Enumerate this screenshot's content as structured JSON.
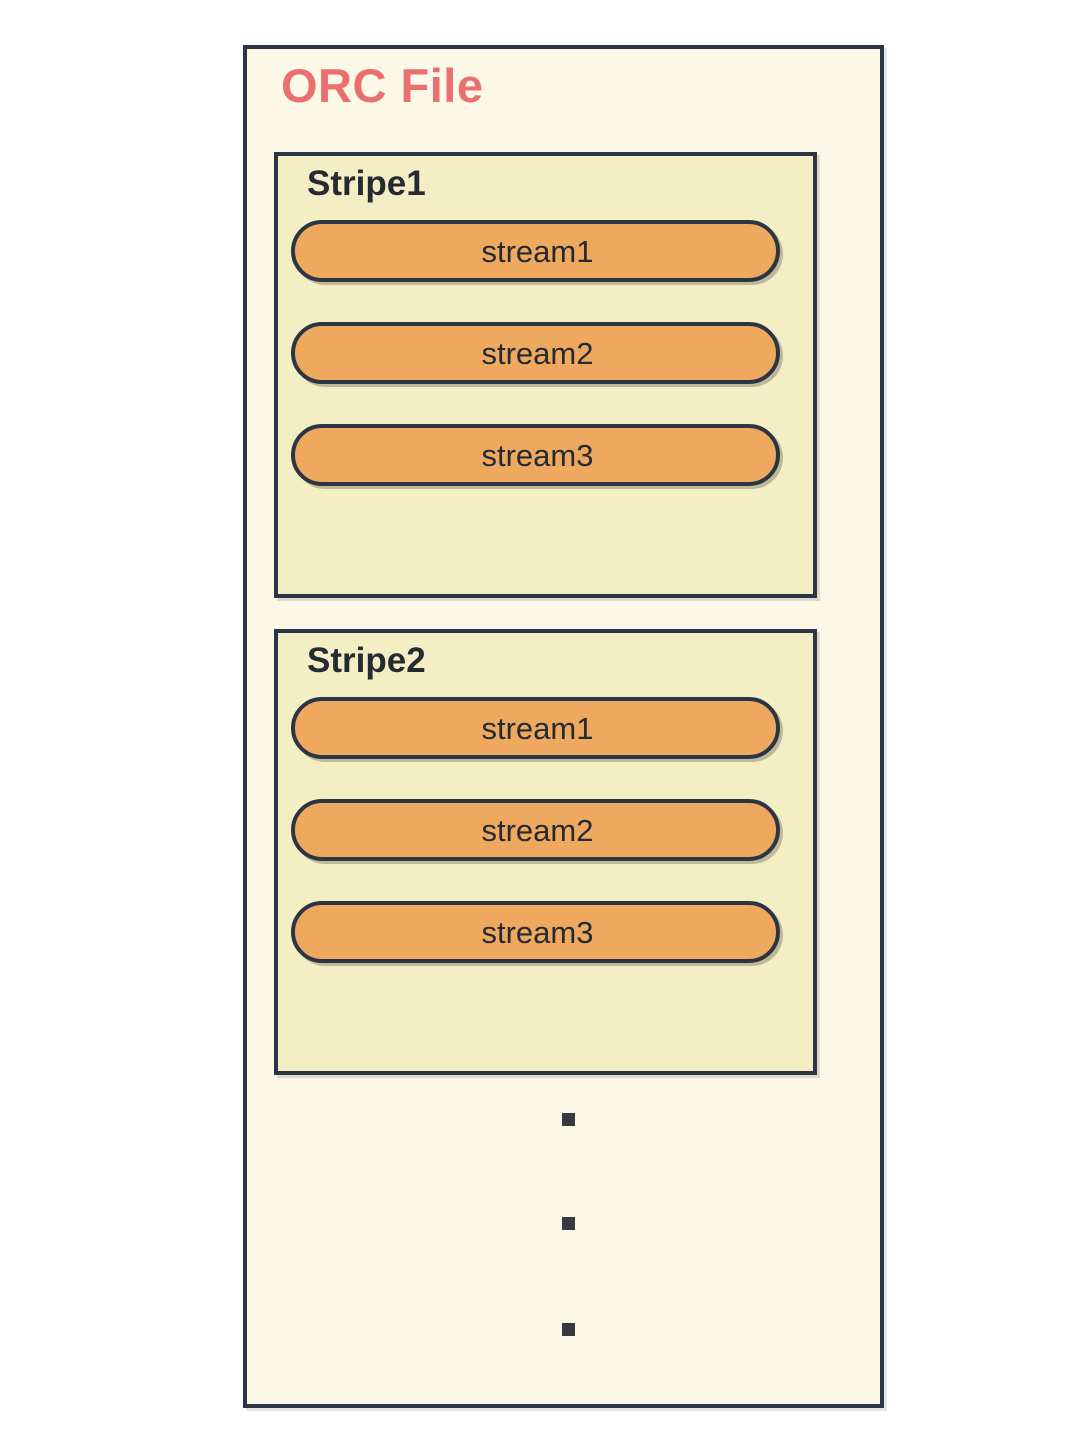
{
  "diagram": {
    "title": "ORC File",
    "title_color": "#ea7070",
    "background_color": "#fcf8e8",
    "border_color": "#2c3544",
    "stripe_fill_color": "#f3eec4",
    "stream_fill_color": "#efa95f",
    "text_color": "#252b33",
    "stripes": [
      {
        "label": "Stripe1",
        "streams": [
          {
            "label": "stream1"
          },
          {
            "label": "stream2"
          },
          {
            "label": "stream3"
          }
        ]
      },
      {
        "label": "Stripe2",
        "streams": [
          {
            "label": "stream1"
          },
          {
            "label": "stream2"
          },
          {
            "label": "stream3"
          }
        ]
      }
    ],
    "continuation": {
      "name": "vertical-ellipsis",
      "dot_count": 3
    }
  }
}
